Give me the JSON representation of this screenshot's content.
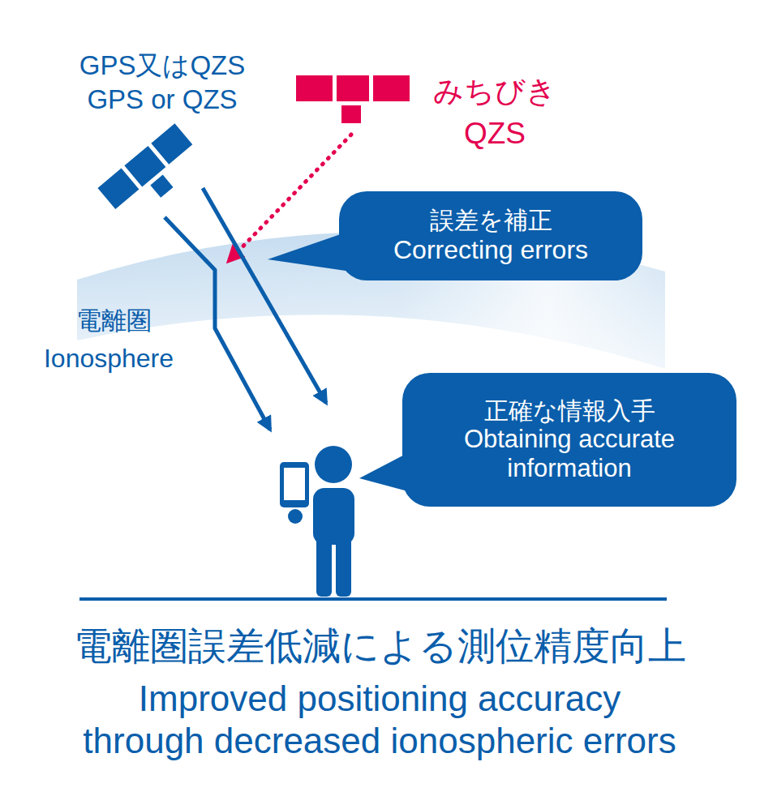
{
  "diagram": {
    "title": "電離圏誤差低減による測位精度向上",
    "caption": "Improved positioning accuracy through decreased ionospheric errors",
    "nodes": [
      {
        "text": [
          "誤差を補正",
          "Correcting errors"
        ]
      },
      {
        "text": [
          "正確な情報入手",
          "Obtaining accurate information"
        ]
      }
    ],
    "labels": [
      "GPS又はQZS",
      "GPS or QZS",
      "みちびき",
      "QZS",
      "電離圏",
      "Ionosphere"
    ]
  }
}
